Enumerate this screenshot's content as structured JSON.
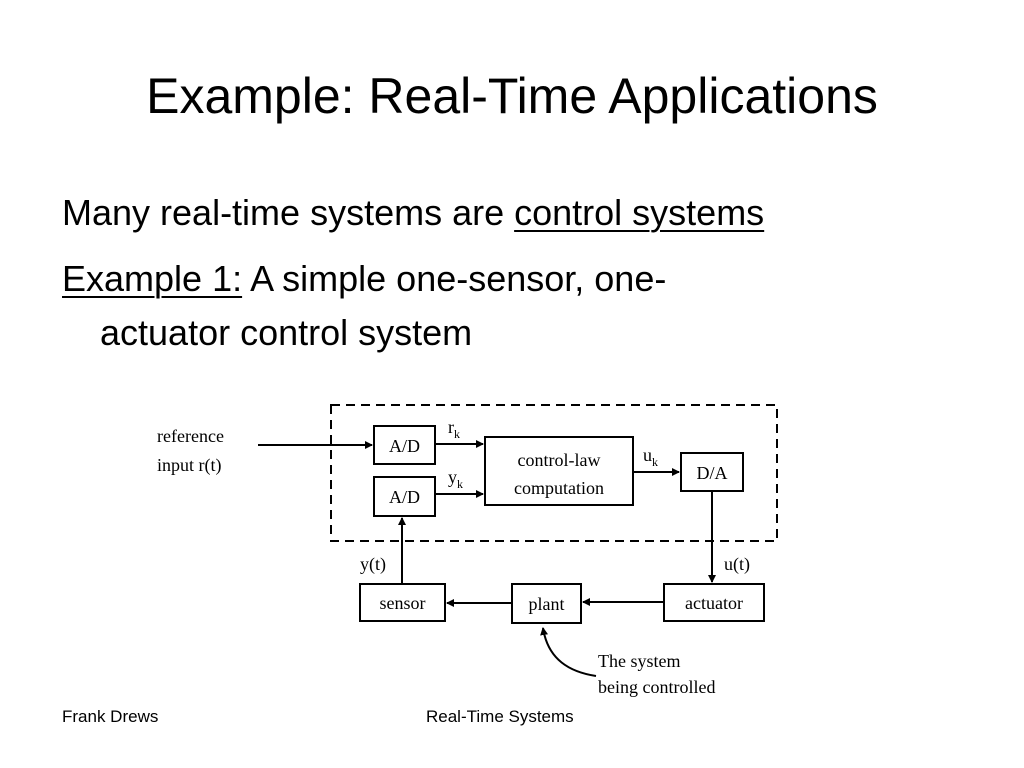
{
  "slide": {
    "title": "Example: Real-Time Applications",
    "line1": {
      "text": "Many real-time systems are ",
      "underlined": "control systems"
    },
    "line2": {
      "underlined": "Example 1:",
      "text": " A simple one-sensor, one-"
    },
    "line3": "actuator control system"
  },
  "diagram": {
    "reference_line1": "reference",
    "reference_line2": "input r(t)",
    "ad_top": "A/D",
    "ad_bottom": "A/D",
    "rk": "r",
    "rk_sub": "k",
    "yk": "y",
    "yk_sub": "k",
    "control_line1": "control-law",
    "control_line2": "computation",
    "uk": "u",
    "uk_sub": "k",
    "da": "D/A",
    "yt": "y(t)",
    "ut": "u(t)",
    "sensor": "sensor",
    "plant": "plant",
    "actuator": "actuator",
    "note_line1": "The system",
    "note_line2": "being controlled"
  },
  "footer": {
    "author": "Frank Drews",
    "course": "Real-Time Systems"
  }
}
